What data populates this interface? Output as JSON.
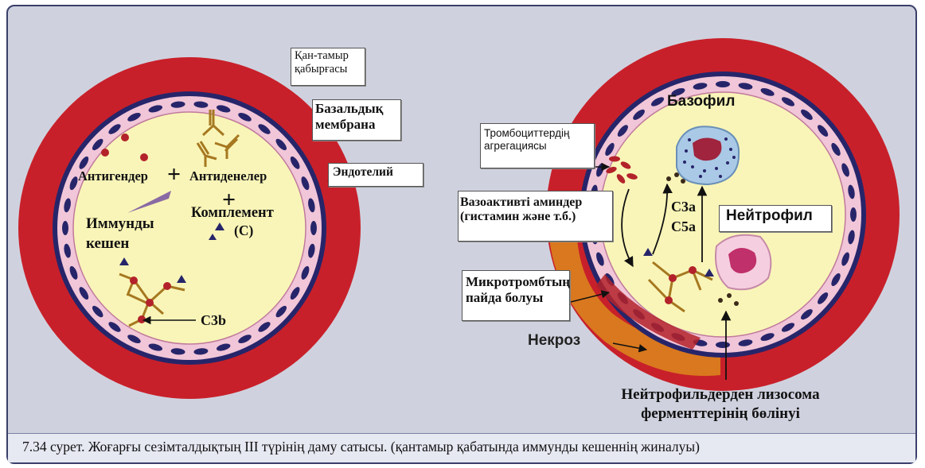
{
  "labels": {
    "kan_tamyr": "Қан-тамыр қабырғасы",
    "bazaldyk": "Базальдық мембрана",
    "endotelii": "Эндотелий",
    "antigender": "Антигендер",
    "antidene": "Антиденелер",
    "plus": "+",
    "komplement": "Комплемент",
    "komplement_c": "(С)",
    "immundy": "Иммунды кешен",
    "c3b": "С3b",
    "bazofil": "Базофил",
    "trombocit": "Тромбоциттердің агрегациясы",
    "vazoaktiv": "Вазоактивті аминдер (гистамин және т.б.)",
    "c3a": "С3а",
    "c5a": "С5а",
    "neitrofil": "Нейтрофил",
    "mikrotromb": "Микротромбтың пайда болуы",
    "nekroz": "Некроз",
    "lizosoma": "Нейтрофильдерден лизосома ферменттерінің бөлінуі"
  },
  "caption": "7.34 сурет. Жоғарғы сезімталдықтың III түрінің даму сатысы. (қантамыр қабатында иммунды кешеннің жиналуы)",
  "colors": {
    "vessel_wall": "#c8202a",
    "basement": "#27256a",
    "endothelium": "#f1c6d8",
    "lumen": "#f9f5b8",
    "necrosis": "#d9781e",
    "antigen": "#b3222a",
    "antibody": "#a67820"
  }
}
